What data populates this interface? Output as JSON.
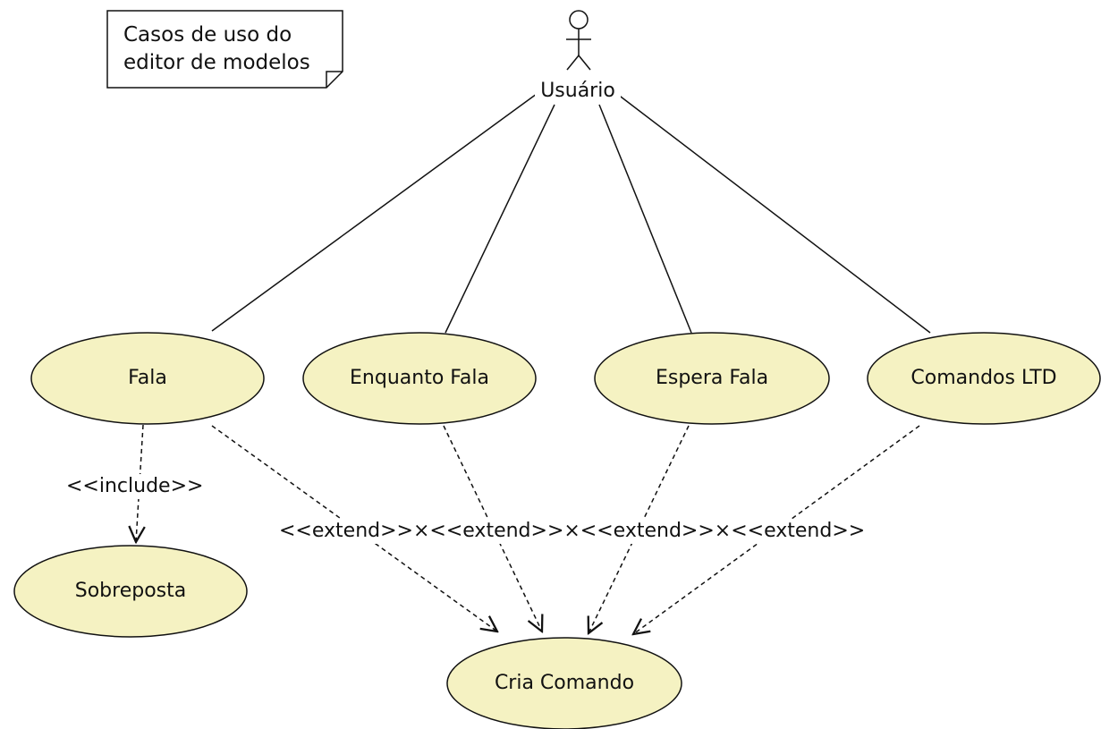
{
  "note": {
    "line1": "Casos de uso do",
    "line2": "editor de modelos"
  },
  "actor": {
    "name": "Usuário",
    "icon": "stick-figure-icon"
  },
  "use_cases": [
    {
      "id": "fala",
      "label": "Fala"
    },
    {
      "id": "enquanto-fala",
      "label": "Enquanto Fala"
    },
    {
      "id": "espera-fala",
      "label": "Espera Fala"
    },
    {
      "id": "comandos-ltd",
      "label": "Comandos LTD"
    },
    {
      "id": "sobreposta",
      "label": "Sobreposta"
    },
    {
      "id": "cria-comando",
      "label": "Cria Comando"
    }
  ],
  "relationships": {
    "include_label": "<<include>>",
    "extend_labels": "<<extend>>⨯<<extend>>⨯<<extend>>⨯<<extend>>"
  },
  "colors": {
    "ellipse_fill": "#f5f2c2",
    "stroke": "#111111"
  }
}
